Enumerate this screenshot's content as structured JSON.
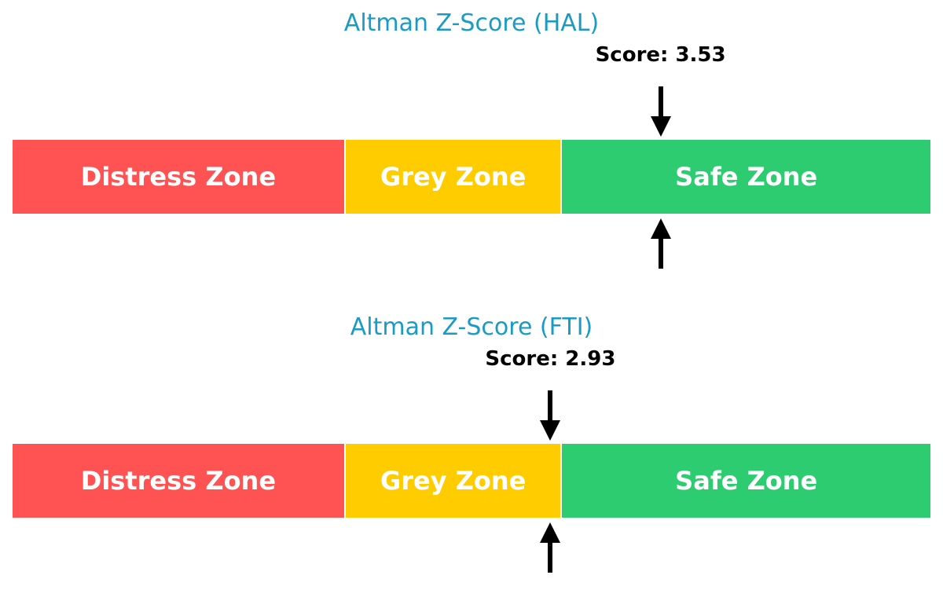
{
  "chart_data": [
    {
      "type": "gauge",
      "title": "Altman Z-Score (HAL)",
      "score": 3.53,
      "score_label": "Score: 3.53",
      "range": [
        0,
        5
      ],
      "zones": [
        {
          "label": "Distress Zone",
          "from": 0,
          "to": 1.81,
          "color": "#ff5252"
        },
        {
          "label": "Grey Zone",
          "from": 1.81,
          "to": 2.99,
          "color": "#ffcc00"
        },
        {
          "label": "Safe Zone",
          "from": 2.99,
          "to": 5,
          "color": "#2ecc71"
        }
      ]
    },
    {
      "type": "gauge",
      "title": "Altman Z-Score (FTI)",
      "score": 2.93,
      "score_label": "Score: 2.93",
      "range": [
        0,
        5
      ],
      "zones": [
        {
          "label": "Distress Zone",
          "from": 0,
          "to": 1.81,
          "color": "#ff5252"
        },
        {
          "label": "Grey Zone",
          "from": 1.81,
          "to": 2.99,
          "color": "#ffcc00"
        },
        {
          "label": "Safe Zone",
          "from": 2.99,
          "to": 5,
          "color": "#2ecc71"
        }
      ]
    }
  ],
  "colors": {
    "title": "#1a9bc4",
    "arrow": "#000000",
    "zone_text": "#ffffff"
  }
}
